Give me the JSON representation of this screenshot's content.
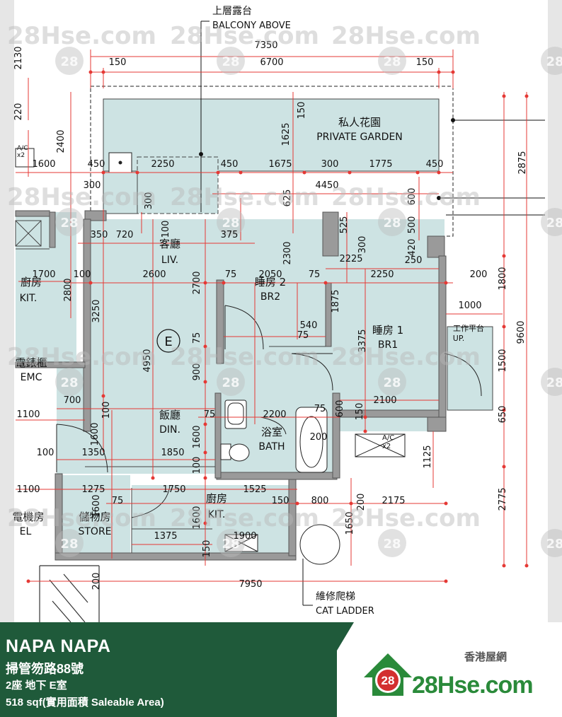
{
  "footer": {
    "title": "NAPA NAPA",
    "address": "掃管笏路88號",
    "unit": "2座 地下 E室",
    "area": "518 sqf(實用面積 Saleable Area)"
  },
  "logo": {
    "chinese": "香港屋網",
    "text": "28Hse.com",
    "badge": "28",
    "color": "#2a8a3a"
  },
  "watermark": {
    "text": "28Hse.com",
    "badge": "28"
  },
  "colors": {
    "room_fill": "#cde3e3",
    "dim_red": "#e53935",
    "wall": "#9a9a9a",
    "footer": "#1f5a3a"
  },
  "plan": {
    "labels": {
      "balcony_cn": "上層露台",
      "balcony_en": "BALCONY ABOVE",
      "garden_cn": "私人花園",
      "garden_en": "PRIVATE  GARDEN",
      "liv_cn": "客廳",
      "liv_en": "LIV.",
      "br2_cn": "睡房 2",
      "br2_en": "BR2",
      "br1_cn": "睡房 1",
      "br1_en": "BR1",
      "din_cn": "飯廳",
      "din_en": "DIN.",
      "bath_cn": "浴室",
      "bath_en": "BATH",
      "kit_cn": "廚房",
      "kit_en": "KIT.",
      "kit_left_cn": "廚房",
      "kit_left_en": "KIT.",
      "emc_cn": "電錶櫃",
      "emc_en": "EMC",
      "store_cn": "儲物房",
      "store_en": "STORE",
      "el_cn": "電機房",
      "el_en": "EL",
      "up_cn": "工作平台",
      "up_en": "UP.",
      "ladder_cn": "維修爬梯",
      "ladder_en": "CAT LADDER",
      "unit_mark": "E",
      "ac1": "A/C",
      "ac1b": "x2",
      "ac2": "A/C",
      "ac2b": "x2"
    },
    "dims": {
      "d7350": "7350",
      "d150a": "150",
      "d6700": "6700",
      "d150b": "150",
      "d2130": "2130",
      "d220": "220",
      "d2400": "2400",
      "d1600a": "1600",
      "d450a": "450",
      "d2250a": "2250",
      "d450b": "450",
      "d1675": "1675",
      "d300a": "300",
      "d1775": "1775",
      "d450c": "450",
      "d4450": "4450",
      "d1625": "1625",
      "d150c": "150",
      "d2875": "2875",
      "d300b": "300",
      "d350": "350",
      "d720": "720",
      "d375": "375",
      "d100a": "100",
      "d300c": "300",
      "d625": "625",
      "d525": "525",
      "d600a": "600",
      "d500": "500",
      "d420": "420",
      "d300d": "300",
      "d2300": "2300",
      "d2225": "2225",
      "d250": "250",
      "d1700": "1700",
      "d100b": "100",
      "d2600": "2600",
      "d75a": "75",
      "d2050": "2050",
      "d75b": "75",
      "d2250b": "2250",
      "d200a": "200",
      "d1800": "1800",
      "d2800": "2800",
      "d2700": "2700",
      "d1875": "1875",
      "d1000": "1000",
      "d3250": "3250",
      "d540": "540",
      "d75c": "75",
      "d3375": "3375",
      "d9600": "9600",
      "d4950": "4950",
      "d75d": "75",
      "d1500": "1500",
      "d900": "900",
      "d700": "700",
      "d2100": "2100",
      "d1100a": "1100",
      "d75e": "75",
      "d2200": "2200",
      "d75f": "75",
      "d600b": "600",
      "d150d": "150",
      "d650": "650",
      "d100c": "100",
      "d1600b": "1600",
      "d1600c": "1600",
      "d200b": "200",
      "d1125": "1125",
      "d100d": "100",
      "d1350": "1350",
      "d1850": "1850",
      "d100e": "100",
      "d1100b": "1100",
      "d1275": "1275",
      "d1750": "1750",
      "d1525": "1525",
      "d150e": "150",
      "d800": "800",
      "d200c": "200",
      "d2175": "2175",
      "d2775": "2775",
      "d1600d": "1600",
      "d75g": "75",
      "d1650": "1650",
      "d1600e": "1600",
      "d1375": "1375",
      "d150f": "150",
      "d1900": "1900",
      "d200d": "200",
      "d7950": "7950"
    }
  }
}
